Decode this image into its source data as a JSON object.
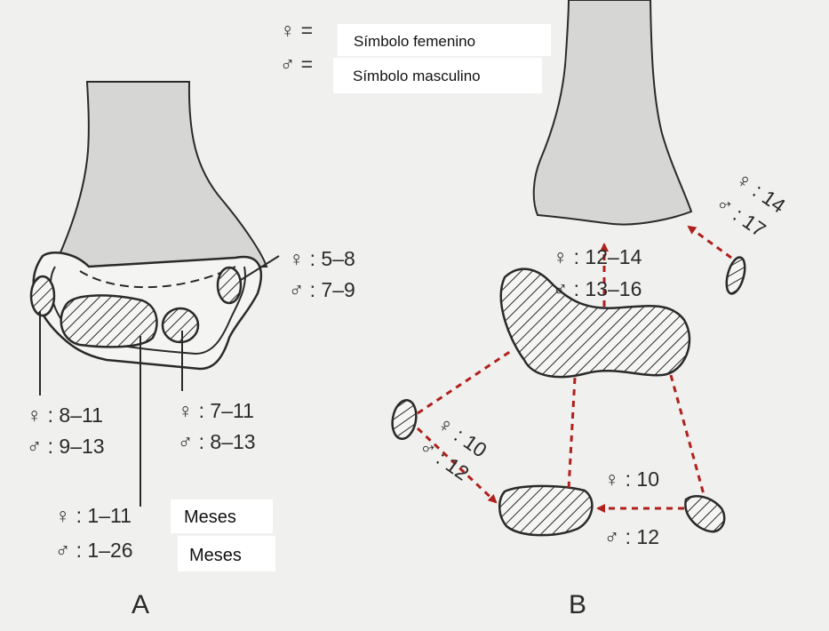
{
  "legend": {
    "female_symbol": "♀ =",
    "female_text": "Símbolo femenino",
    "male_symbol": "♂ =",
    "male_text": "Símbolo masculino"
  },
  "panel_a": {
    "letter": "A",
    "lateral_epicondyle": {
      "female": "♀ : 5–8",
      "male": "♂ : 7–9"
    },
    "medial_epicondyle": {
      "female": "♀ : 8–11",
      "male": "♂ : 9–13"
    },
    "trochlea": {
      "female": "♀ : 7–11",
      "male": "♂ : 8–13"
    },
    "capitellum": {
      "female": "♀ : 1–11",
      "male": "♂ : 1–26",
      "unit_1": "Meses",
      "unit_2": "Meses"
    }
  },
  "panel_b": {
    "letter": "B",
    "main_fusion": {
      "female": "♀ : 12–14",
      "male": "♂ : 13–16"
    },
    "lateral_epicondyle": {
      "female": "♀ : 14",
      "male": "♂ : 17"
    },
    "medial_epicondyle": {
      "female": "♀ : 10",
      "male": "♂ : 12"
    },
    "trochlea": {
      "female": "♀ : 10",
      "male": "♂ : 12"
    }
  },
  "colors": {
    "bone": "#d6d6d4",
    "outline": "#2a2a2a",
    "arrow": "#b0201c",
    "background": "#f0f0ee"
  }
}
